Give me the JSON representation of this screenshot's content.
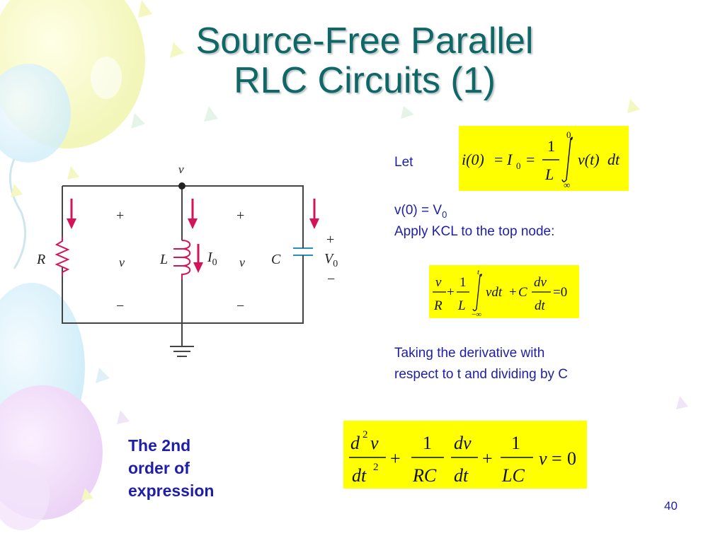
{
  "title": {
    "line1": "Source-Free Parallel",
    "line2": "RLC Circuits (1)"
  },
  "let_label": "Let",
  "eq1": {
    "lhs": "i(0)",
    "eq": "=",
    "I": "I",
    "sub0": "0",
    "one": "1",
    "L": "L",
    "upper": "0",
    "lower": "∞",
    "vt": "v(t)",
    "dt": "dt"
  },
  "v0_line": {
    "main": "v(0) = V",
    "sub": "0"
  },
  "kcl_line": "Apply KCL to the top node:",
  "eq2": {
    "v": "v",
    "R": "R",
    "plus": "+",
    "one": "1",
    "L": "L",
    "upper": "t",
    "lower": "−∞",
    "vdt": "vdt",
    "C": "C",
    "dv": "dv",
    "dt": "dt",
    "eq0": "=0"
  },
  "derivative_text": {
    "line1": "Taking the derivative with",
    "line2": "respect to t and dividing by C"
  },
  "eq3": {
    "d2v": "d",
    "sup2": "2",
    "v": "v",
    "dt2": "dt",
    "one": "1",
    "RC": "RC",
    "dv": "dv",
    "dt": "dt",
    "LC": "LC",
    "eq0": "0",
    "plus": "+"
  },
  "note": {
    "line1": "The 2nd",
    "line2": "order of",
    "line3": "expression"
  },
  "circuit": {
    "node_label": "v",
    "R": "R",
    "L": "L",
    "C": "C",
    "I": "I",
    "I_sub": "0",
    "V": "V",
    "V_sub": "0",
    "v1": "v",
    "v2": "v",
    "plus": "+",
    "minus": "−"
  },
  "page_number": "40",
  "colors": {
    "title": "#0f6767",
    "text": "#1e1ea8",
    "highlight": "#ffff00",
    "arrow": "#d4145a"
  }
}
